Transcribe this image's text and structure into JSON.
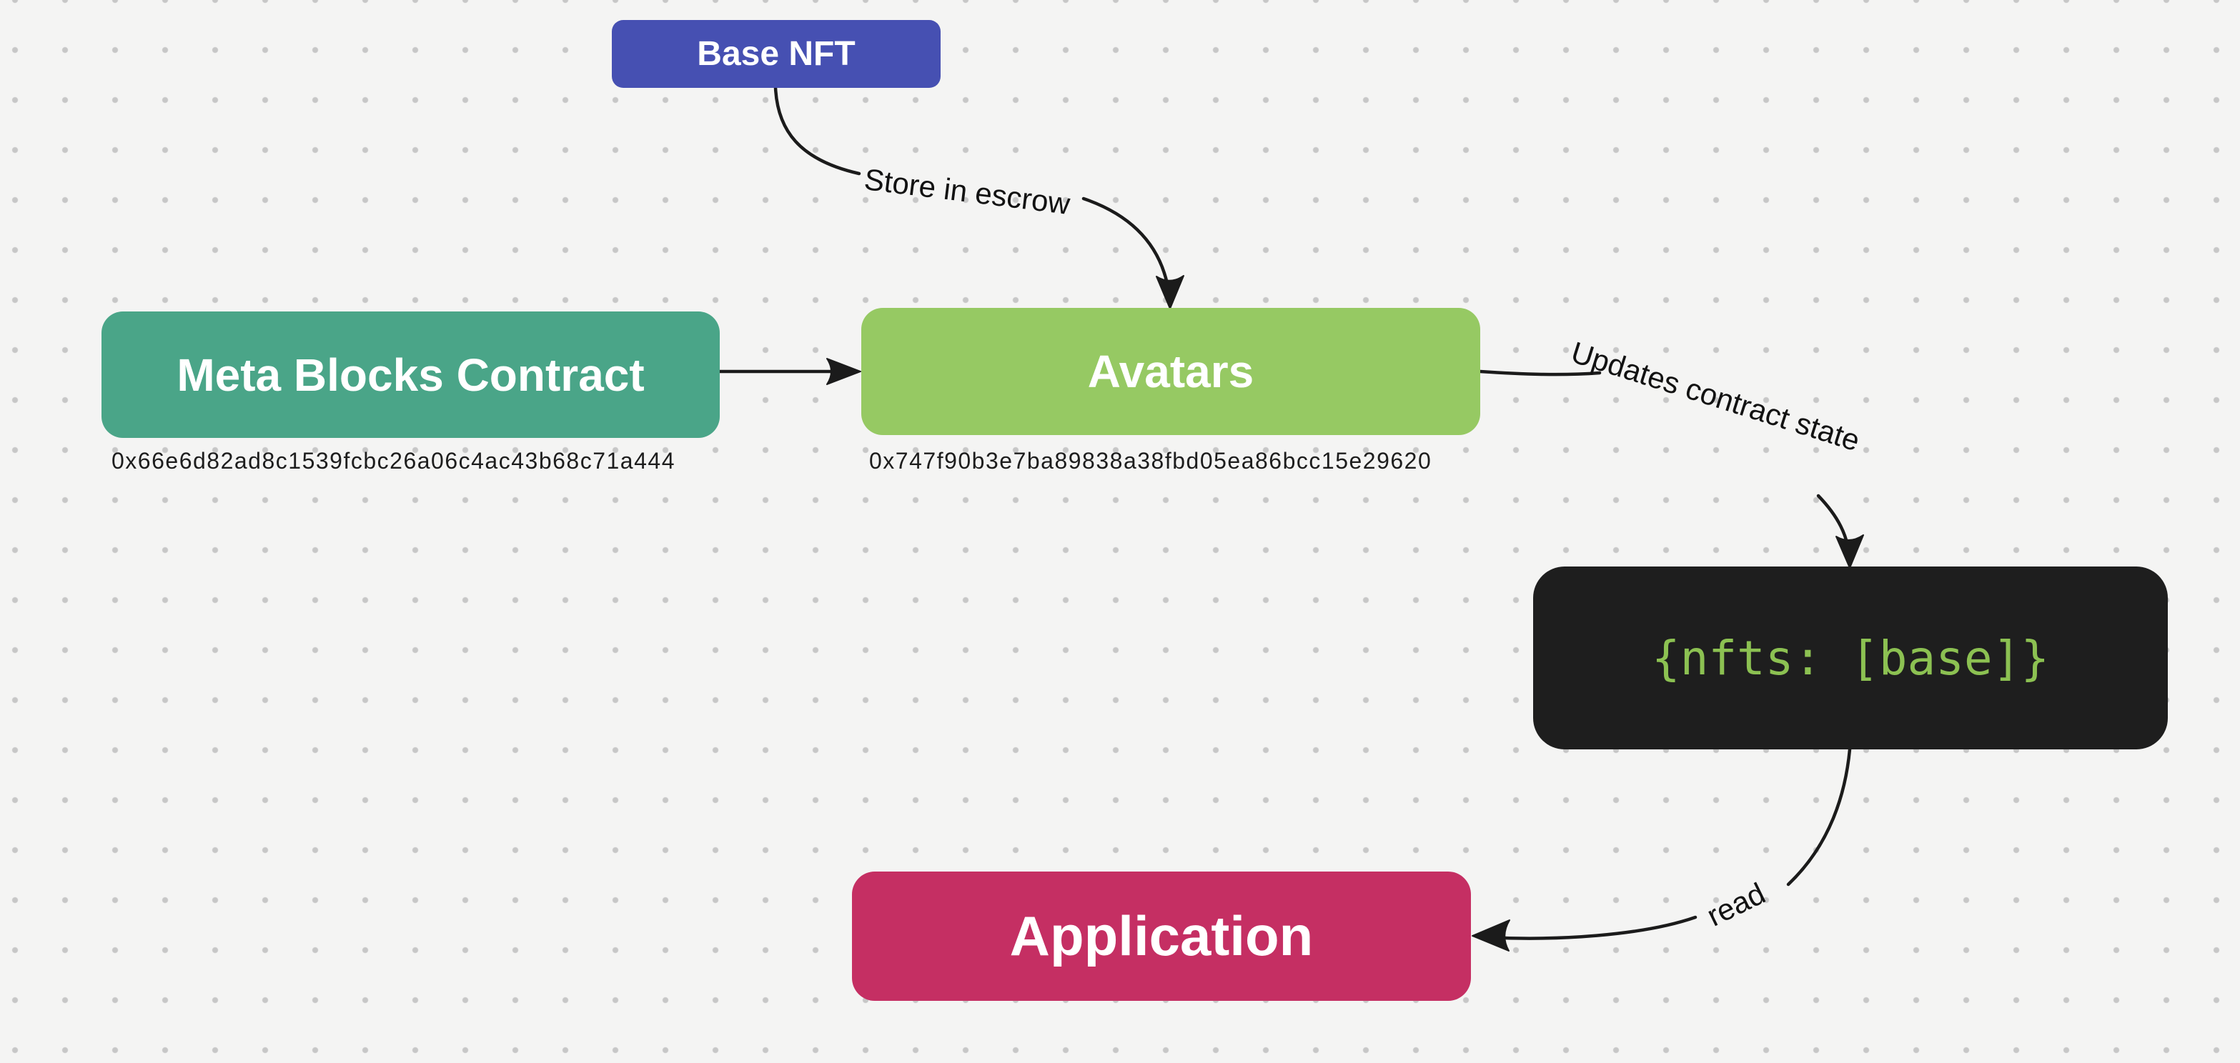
{
  "canvas": {
    "background_color": "#f4f4f3",
    "grid_dot_color": "#c7c7c7",
    "edge_color": "#1b1b1b"
  },
  "nodes": {
    "base_nft": {
      "label": "Base NFT",
      "color": "#4650b2",
      "text_color": "#ffffff"
    },
    "meta_blocks": {
      "label": "Meta Blocks Contract",
      "address": "0x66e6d82ad8c1539fcbc26a06c4ac43b68c71a444",
      "color": "#4aa588",
      "text_color": "#ffffff"
    },
    "avatars": {
      "label": "Avatars",
      "address": "0x747f90b3e7ba89838a38fbd05ea86bcc15e29620",
      "color": "#96c963",
      "text_color": "#ffffff"
    },
    "code_state": {
      "label": "{nfts: [base]}",
      "color": "#1e1e1e",
      "text_color": "#8cc152"
    },
    "application": {
      "label": "Application",
      "color": "#c52f63",
      "text_color": "#ffffff"
    }
  },
  "edges": {
    "store_in_escrow": {
      "label": "Store in escrow",
      "from": "base_nft",
      "to": "avatars"
    },
    "meta_to_avatars": {
      "label": "",
      "from": "meta_blocks",
      "to": "avatars"
    },
    "updates_contract_state": {
      "label": "Updates contract state",
      "from": "avatars",
      "to": "code_state"
    },
    "read": {
      "label": "read",
      "from": "code_state",
      "to": "application"
    }
  }
}
